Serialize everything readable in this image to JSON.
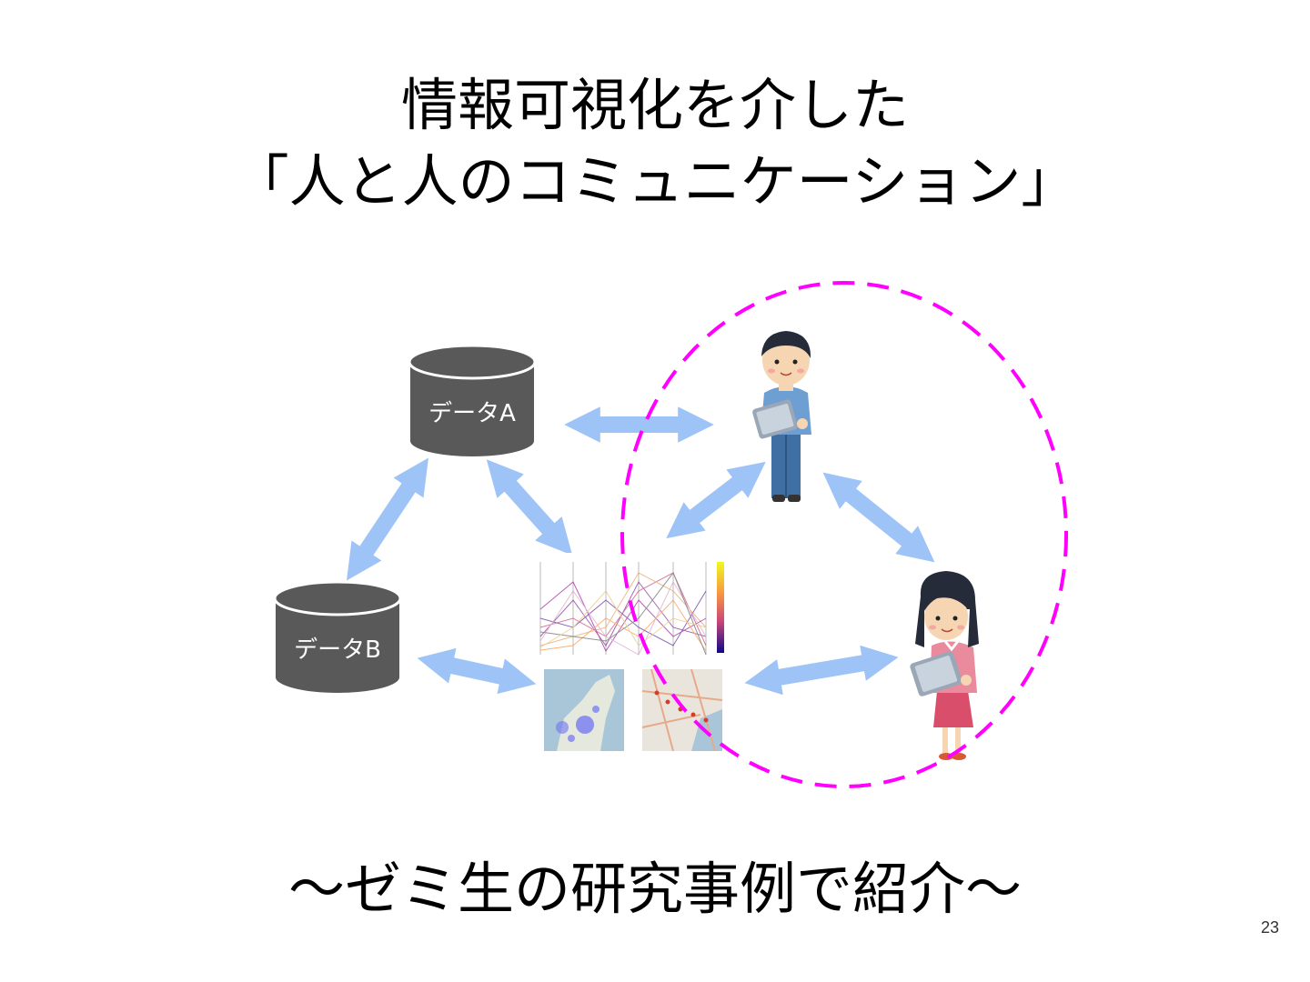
{
  "slide": {
    "title_line1": "情報可視化を介した",
    "title_line2": "「人と人のコミュニケーション」",
    "subtitle": "〜ゼミ生の研究事例で紹介〜",
    "page_number": "23"
  },
  "diagram": {
    "nodes": {
      "data_a": "データA",
      "data_b": "データB"
    },
    "colors": {
      "database": "#595959",
      "arrow": "#9DC3F7",
      "circle": "#FF00FF",
      "chart_bg": "#ffffff",
      "map_bg": "#a9c6d8"
    }
  }
}
